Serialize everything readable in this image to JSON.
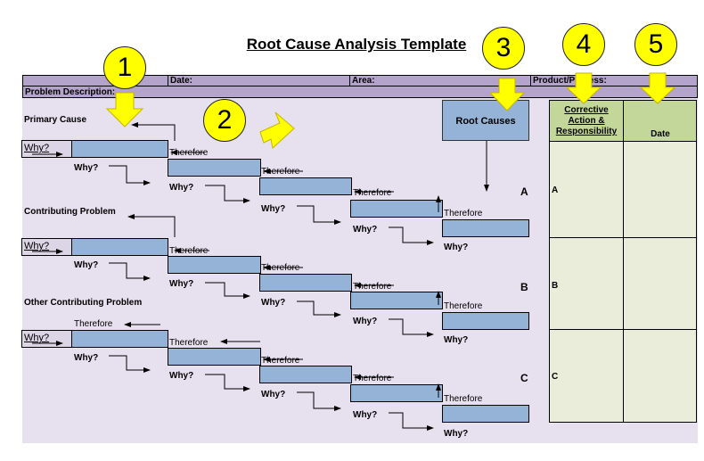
{
  "title": "Root Cause Analysis Template",
  "header": {
    "date_label": "Date:",
    "area_label": "Area:",
    "product_label": "Product/Process:",
    "problem_label": "Problem Description:"
  },
  "sections": [
    {
      "label": "Primary Cause",
      "letter": "A"
    },
    {
      "label": "Contributing Problem",
      "letter": "B"
    },
    {
      "label": "Other Contributing Problem",
      "letter": "C"
    }
  ],
  "labels": {
    "why_box": "Why?",
    "why": "Why?",
    "therefore": "Therefore"
  },
  "root_causes": "Root Causes",
  "columns": {
    "corrective": [
      "Corrective",
      "Action &",
      "Responsibility"
    ],
    "date": "Date"
  },
  "badges": [
    "1",
    "2",
    "3",
    "4",
    "5"
  ],
  "colors": {
    "sheet": "#e6e0ef",
    "header": "#b4a3cb",
    "step": "#95b3d7",
    "green_header": "#c4d79b",
    "green_body": "#e9edd9",
    "badge": "#ffff00"
  }
}
